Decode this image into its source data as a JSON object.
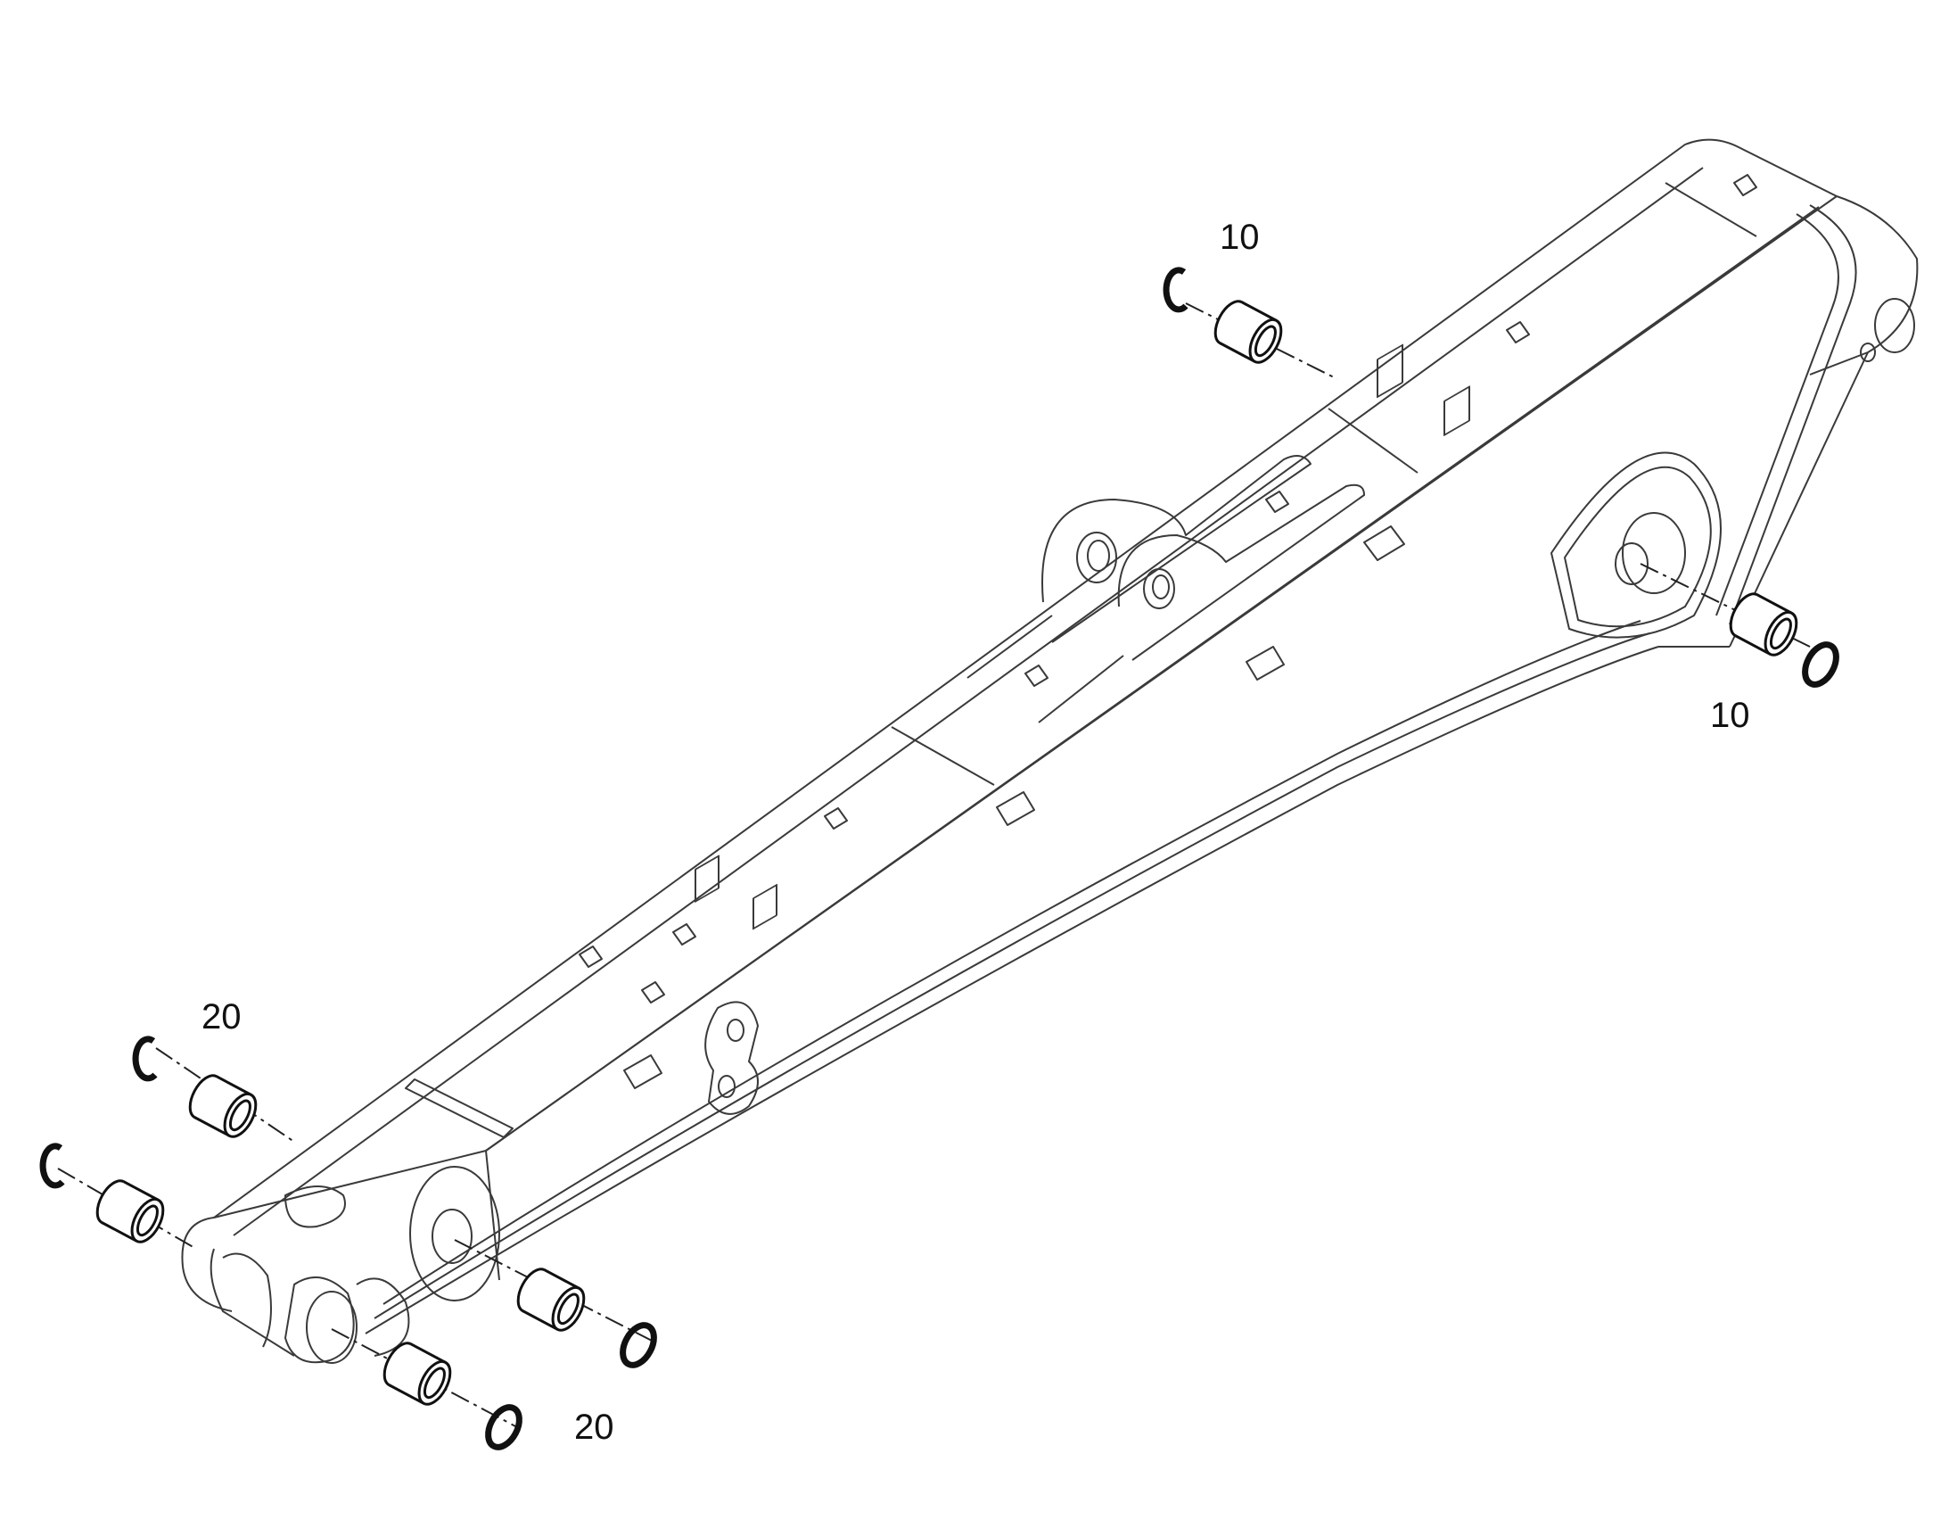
{
  "diagram": {
    "callouts": {
      "top_right": "10",
      "right": "10",
      "left": "20",
      "bottom": "20"
    },
    "colors": {
      "line": "#3a3a3a",
      "part": "#111111",
      "background": "#ffffff"
    }
  }
}
